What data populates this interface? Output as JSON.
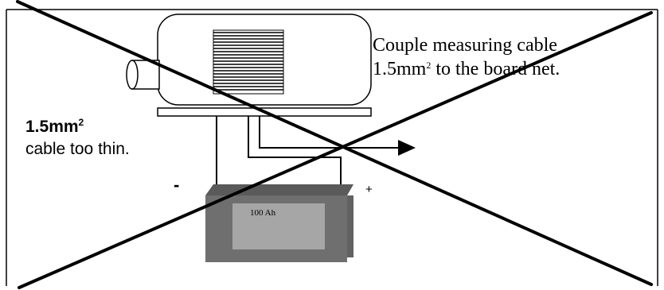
{
  "note": {
    "line1": "Couple measuring cable",
    "line2_prefix": "1.5mm",
    "line2_sup": "2",
    "line2_suffix": " to the board net."
  },
  "warning": {
    "size": "1.5mm",
    "size_sup": "2",
    "text": "cable too thin."
  },
  "battery": {
    "capacity": "100 Ah",
    "negative": "-",
    "positive": "+"
  },
  "colors": {
    "battery_body": "#6f6f6f",
    "battery_top": "#5a5a5a",
    "battery_label": "#a6a6a6",
    "lines": "#000000"
  },
  "icons": {
    "engine": "engine-icon",
    "arrow": "arrow-right-icon",
    "cross": "cross-out-icon"
  }
}
